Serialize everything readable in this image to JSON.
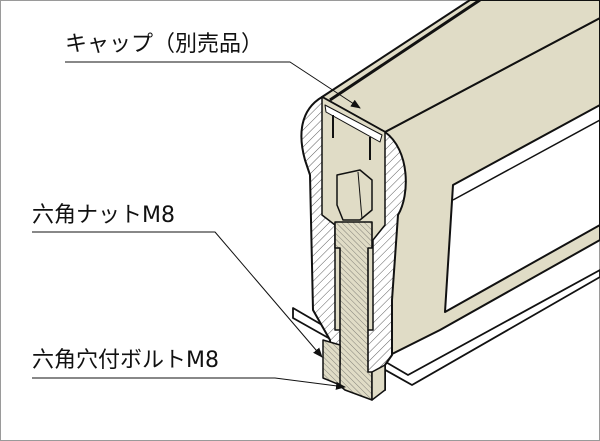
{
  "labels": {
    "cap": "キャップ（別売品）",
    "hex_nut": "六角ナットM8",
    "hex_socket_bolt": "六角穴付ボルトM8"
  },
  "colors": {
    "profile": "#e0dcc6",
    "line": "#111111"
  }
}
